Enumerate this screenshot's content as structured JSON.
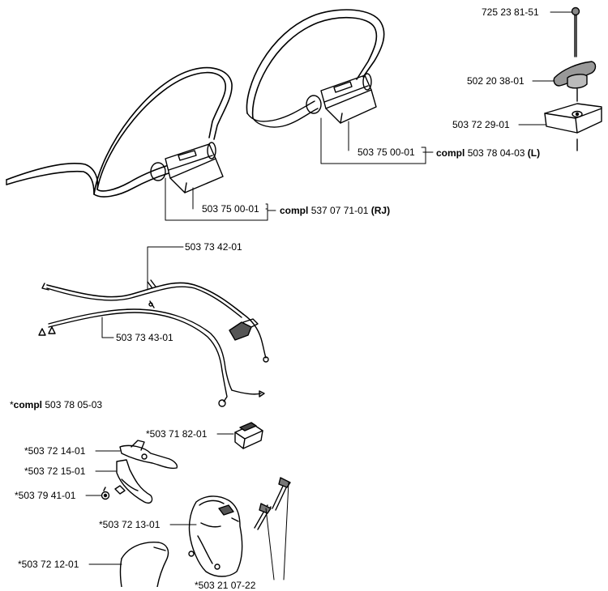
{
  "labels": {
    "rod": "725 23 81-51",
    "knob": "502 20 38-01",
    "clamp": "503 72 29-01",
    "handle_right_part": "503 75 00-01",
    "handle_right_compl_word": "compl",
    "handle_right_compl_num": "503 78 04-03",
    "handle_right_note": "(L)",
    "handle_left_part": "503 75 00-01",
    "handle_left_compl_word": "compl",
    "handle_left_compl_num": "537 07 71-01",
    "handle_left_note": "(RJ)",
    "cable_top": "503 73 42-01",
    "cable_bottom": "503 73 43-01",
    "wiring_star": "*",
    "wiring_compl_word": "compl",
    "wiring_compl_num": "503 78 05-03",
    "switch": "*503 71 82-01",
    "throttle_lever": "*503 72 14-01",
    "lockout_lever": "*503 72 15-01",
    "nut": "*503 79 41-01",
    "housing_half": "*503 72 13-01",
    "housing_cover": "*503 72 12-01",
    "screws": "*503 21 07-22"
  }
}
